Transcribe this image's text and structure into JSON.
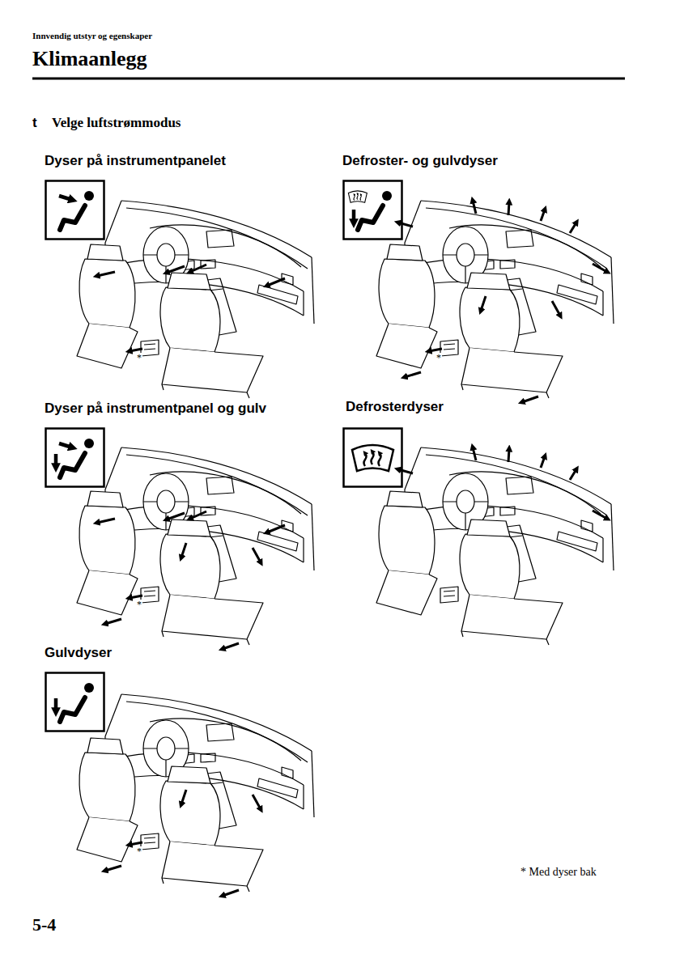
{
  "diagram": {
    "title": "Klimaanlegg",
    "labels": [
      "Innvendig utstyr og egenskaper",
      "t",
      "Velge luftstrømmodus",
      "Dyser på instrumentpanelet",
      "Defroster- og gulvdyser",
      "*",
      "*",
      "Dyser på instrumentpanel og gulv",
      "Defrosterdyser",
      "*",
      "Gulvdyser",
      "*",
      "* Med dyser bak",
      "5-4"
    ]
  }
}
